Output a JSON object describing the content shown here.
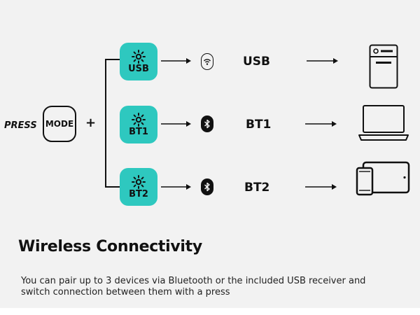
{
  "press_label": "PRESS",
  "mode_key_label": "MODE",
  "plus_sign": "+",
  "modes": [
    {
      "button_label": "USB",
      "connection_label": "USB",
      "connection_icon": "usb-dongle-icon",
      "device_icon": "pc-tower-icon"
    },
    {
      "button_label": "BT1",
      "connection_label": "BT1",
      "connection_icon": "bluetooth-icon",
      "device_icon": "laptop-icon"
    },
    {
      "button_label": "BT2",
      "connection_label": "BT2",
      "connection_icon": "bluetooth-icon",
      "device_icon": "tablet-phone-icon"
    }
  ],
  "title": "Wireless Connectivity",
  "description": "You can pair up to 3 devices via Bluetooth or the included USB receiver and switch connection between them with a press",
  "colors": {
    "accent": "#2ec8bf",
    "background": "#f2f2f2",
    "ink": "#111111"
  }
}
